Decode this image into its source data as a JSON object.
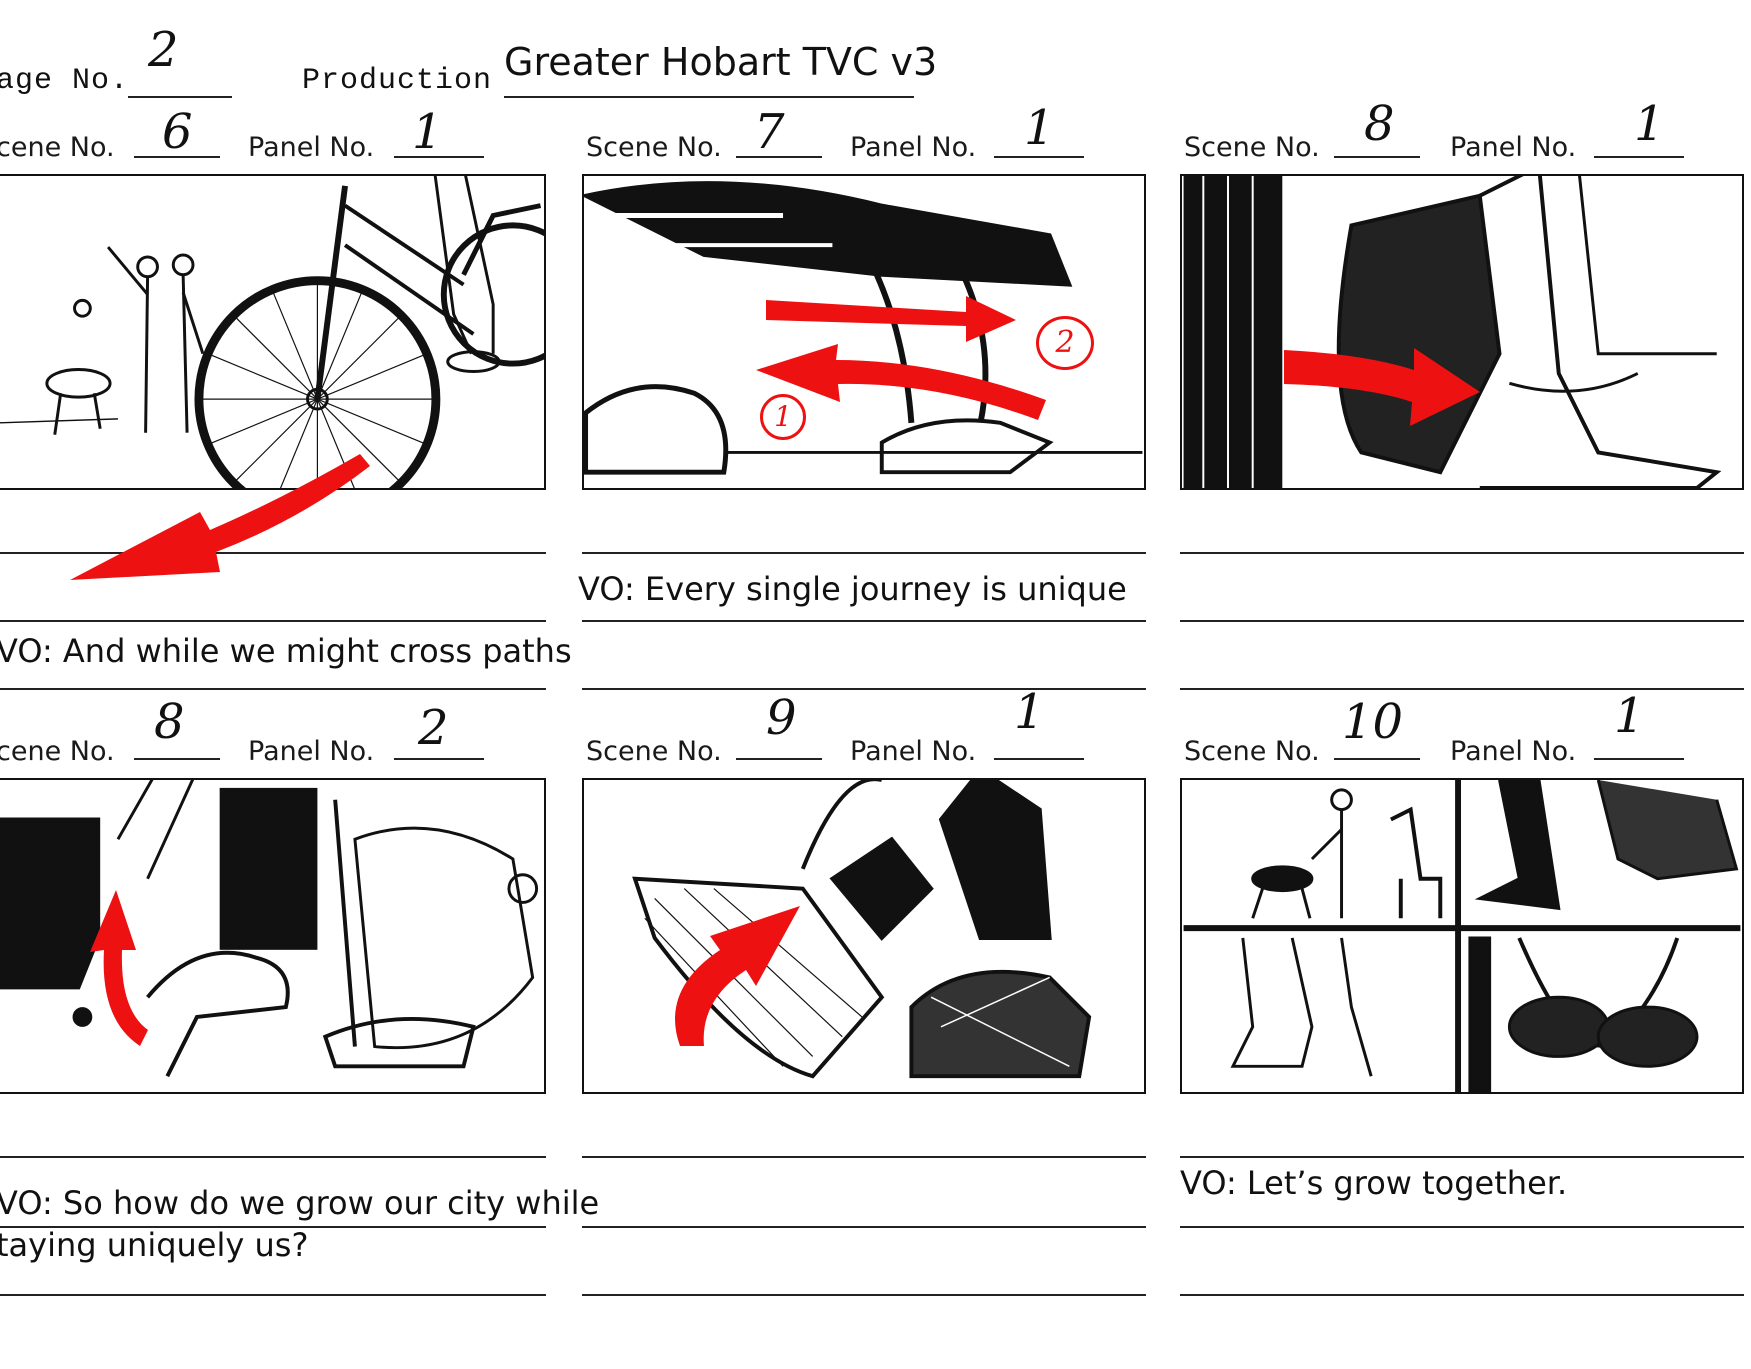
{
  "header": {
    "page_label": "age No.",
    "page_value": "2",
    "production_label": "Production",
    "production_value": "Greater Hobart TVC v3"
  },
  "panels": [
    {
      "scene_label": "cene No.",
      "scene": "6",
      "panel_label": "Panel No.",
      "panel": "1",
      "vo": [
        "VO: And while we might cross paths"
      ]
    },
    {
      "scene_label": "Scene No.",
      "scene": "7",
      "panel_label": "Panel No.",
      "panel": "1",
      "vo": [
        "VO: Every single journey is unique"
      ],
      "markers": [
        "1",
        "2"
      ]
    },
    {
      "scene_label": "Scene No.",
      "scene": "8",
      "panel_label": "Panel No.",
      "panel": "1",
      "vo": []
    },
    {
      "scene_label": "cene No.",
      "scene": "8",
      "panel_label": "Panel No.",
      "panel": "2",
      "vo": [
        "VO: So how do we grow our city while",
        "taying uniquely us?"
      ]
    },
    {
      "scene_label": "Scene No.",
      "scene": "9",
      "panel_label": "Panel No.",
      "panel": "1",
      "vo": []
    },
    {
      "scene_label": "Scene No.",
      "scene": "10",
      "panel_label": "Panel No.",
      "panel": "1",
      "vo": [
        "VO: Let’s grow together."
      ]
    }
  ],
  "colors": {
    "ink": "#111111",
    "arrow": "#ee1111"
  }
}
